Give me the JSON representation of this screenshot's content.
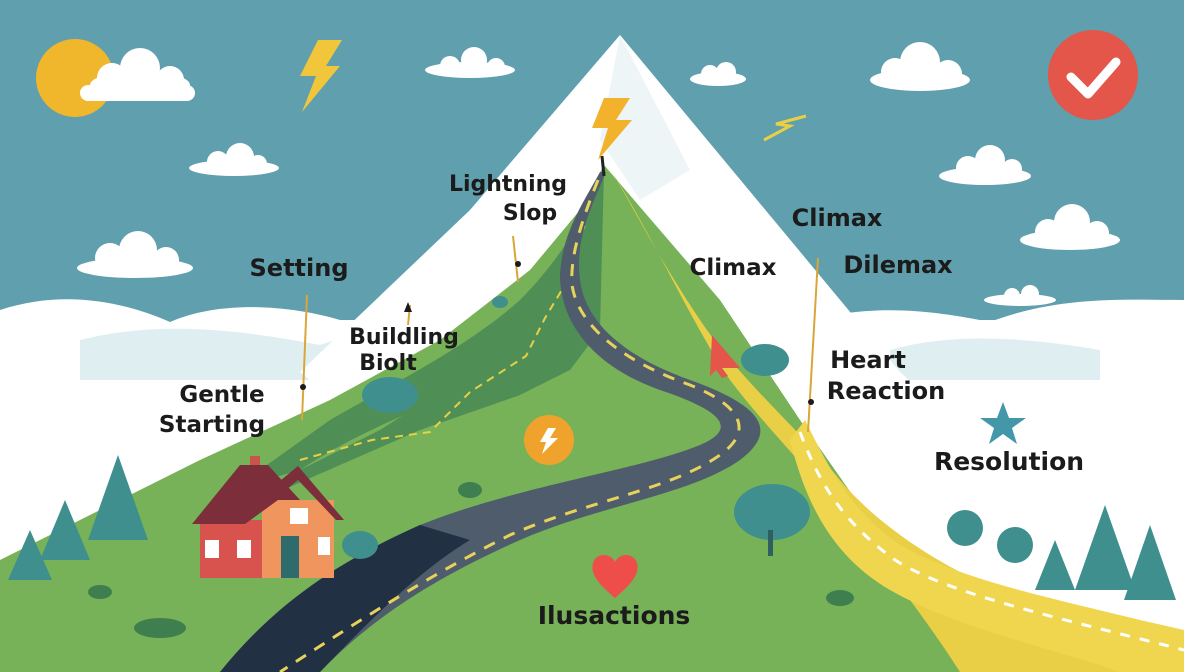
{
  "labels": {
    "lightning_slop": [
      "Lightning",
      "Slop"
    ],
    "setting": "Setting",
    "building_biolt": [
      "Buildling",
      "Biolt"
    ],
    "gentle_starting": [
      "Gentle",
      "Starting"
    ],
    "climax_top": "Climax",
    "climax_mid": "Climax",
    "dilemax": "Dilemax",
    "heart_reaction": [
      "Heart",
      "Reaction"
    ],
    "resolution": "Resolution",
    "ilusactions": "Ilusactions"
  },
  "icons": {
    "sun": "sun-icon",
    "lightning_sky": "lightning-bolt-icon",
    "lightning_peak": "peak-lightning-icon",
    "check": "check-badge-icon",
    "heart": "heart-icon",
    "star": "star-icon",
    "house": "house-icon",
    "lightning_badge": "lightning-badge-icon"
  },
  "colors": {
    "sky": "#5f9fae",
    "sun": "#f0b62c",
    "check_badge": "#e4554a",
    "mountain_snow": "#ffffff",
    "green_slope": "#77b158",
    "dark_green_slope": "#4f8f56",
    "yellow_slope": "#e8cf45",
    "road": "#4e5c6c",
    "road_dark": "#223044",
    "yellow_road": "#f0d64e",
    "house_wall": "#f0955e",
    "house_roof": "#7c2f3b",
    "heart": "#ef4d4a",
    "star": "#4497a8",
    "trees": "#3f8f8f"
  }
}
